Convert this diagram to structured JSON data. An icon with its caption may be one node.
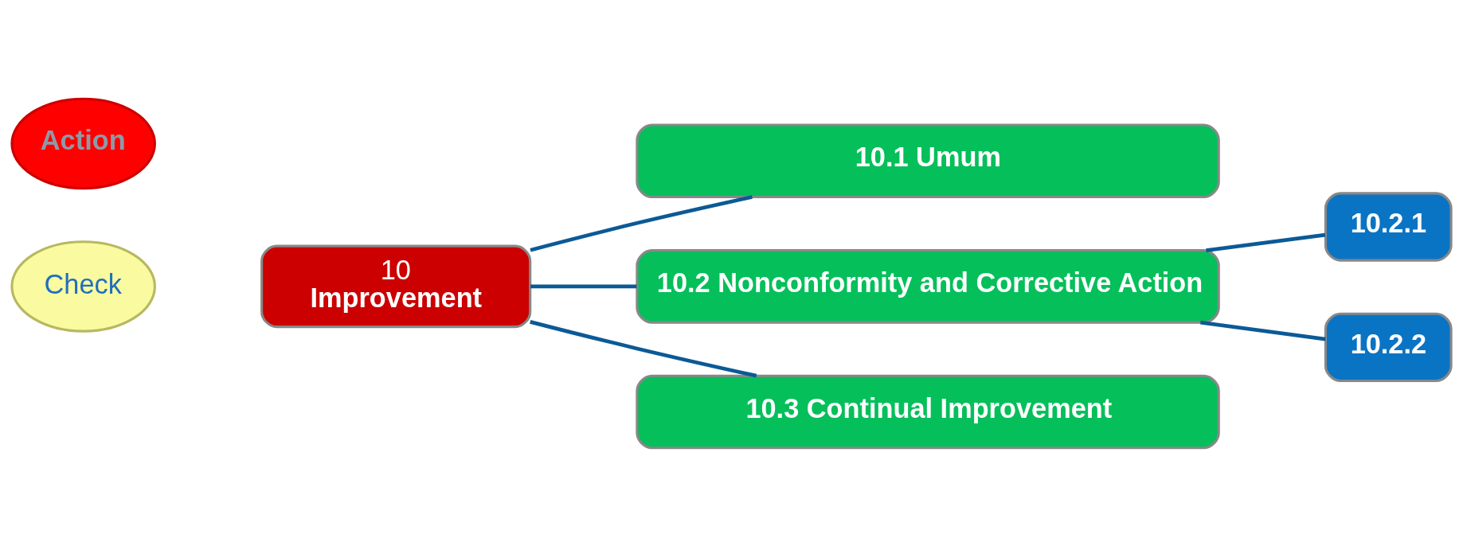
{
  "diagram": {
    "nodes": [
      {
        "text": [
          "Action"
        ]
      },
      {
        "text": [
          "Check"
        ]
      },
      {
        "text": [
          "10",
          "Improvement"
        ]
      },
      {
        "text": [
          "10.1 Umum"
        ]
      },
      {
        "text": [
          "10.2 Nonconformity and Corrective Action"
        ]
      },
      {
        "text": [
          "10.2.1"
        ]
      },
      {
        "text": [
          "10.2.2"
        ]
      },
      {
        "text": [
          "10.3 Continual Improvement"
        ]
      }
    ],
    "edges": [
      {
        "from": 2,
        "to": 3,
        "arrow": "none"
      },
      {
        "from": 2,
        "to": 4,
        "arrow": "none"
      },
      {
        "from": 2,
        "to": 7,
        "arrow": "none"
      },
      {
        "from": 4,
        "to": 5,
        "arrow": "none"
      },
      {
        "from": 4,
        "to": 6,
        "arrow": "none"
      }
    ]
  }
}
